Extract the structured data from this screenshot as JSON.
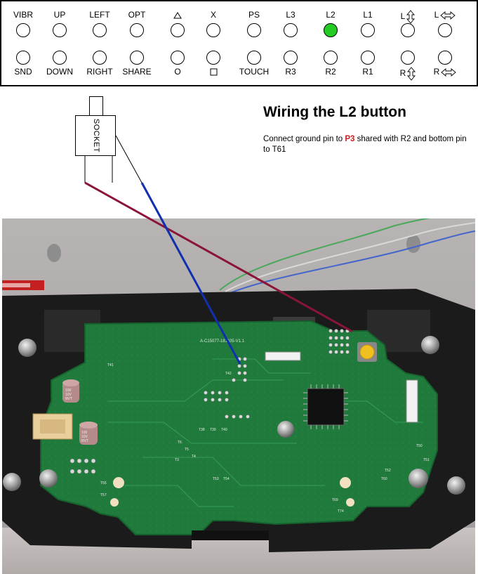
{
  "controller_panel": {
    "top_row": [
      {
        "label": "VIBR",
        "icon": null,
        "active": false
      },
      {
        "label": "UP",
        "icon": null,
        "active": false
      },
      {
        "label": "LEFT",
        "icon": null,
        "active": false
      },
      {
        "label": "OPT",
        "icon": null,
        "active": false
      },
      {
        "label": "",
        "icon": "triangle-icon",
        "active": false
      },
      {
        "label": "X",
        "icon": null,
        "active": false
      },
      {
        "label": "PS",
        "icon": null,
        "active": false
      },
      {
        "label": "L3",
        "icon": null,
        "active": false
      },
      {
        "label": "L2",
        "icon": null,
        "active": true
      },
      {
        "label": "L1",
        "icon": null,
        "active": false
      },
      {
        "label": "L",
        "icon": "up-down-arrow-icon",
        "active": false
      },
      {
        "label": "L",
        "icon": "left-right-arrow-icon",
        "active": false
      }
    ],
    "bottom_row": [
      {
        "label": "SND",
        "icon": null,
        "active": false
      },
      {
        "label": "DOWN",
        "icon": null,
        "active": false
      },
      {
        "label": "RIGHT",
        "icon": null,
        "active": false
      },
      {
        "label": "SHARE",
        "icon": null,
        "active": false
      },
      {
        "label": "O",
        "icon": null,
        "active": false
      },
      {
        "label": "",
        "icon": "square-icon",
        "active": false
      },
      {
        "label": "TOUCH",
        "icon": null,
        "active": false
      },
      {
        "label": "R3",
        "icon": null,
        "active": false
      },
      {
        "label": "R2",
        "icon": null,
        "active": false
      },
      {
        "label": "R1",
        "icon": null,
        "active": false
      },
      {
        "label": "R",
        "icon": "up-down-arrow-icon",
        "active": false
      },
      {
        "label": "R",
        "icon": "left-right-arrow-icon",
        "active": false
      }
    ],
    "active_color": "#22cc22"
  },
  "heading": {
    "title": "Wiring the L2 button",
    "desc_before": "Connect ground pin to ",
    "desc_pin": "P3",
    "desc_after": " shared with R2 and bottom pin to T61",
    "pin_color": "#d91a1a"
  },
  "socket": {
    "label": "SOCKET"
  },
  "wires": {
    "ground_color": "#8a1538",
    "signal_color": "#1030b0"
  },
  "pcb": {
    "board_code": "A-C15077-181105-V1.1",
    "component_labels": [
      "100 10V RVT",
      "100 10V RVT",
      "T41",
      "T42",
      "T38",
      "T39",
      "T40",
      "T51",
      "T52",
      "T50",
      "T60",
      "T53",
      "T54",
      "T55",
      "T57",
      "T74",
      "T69",
      "T3",
      "T4",
      "T5",
      "T6"
    ]
  }
}
